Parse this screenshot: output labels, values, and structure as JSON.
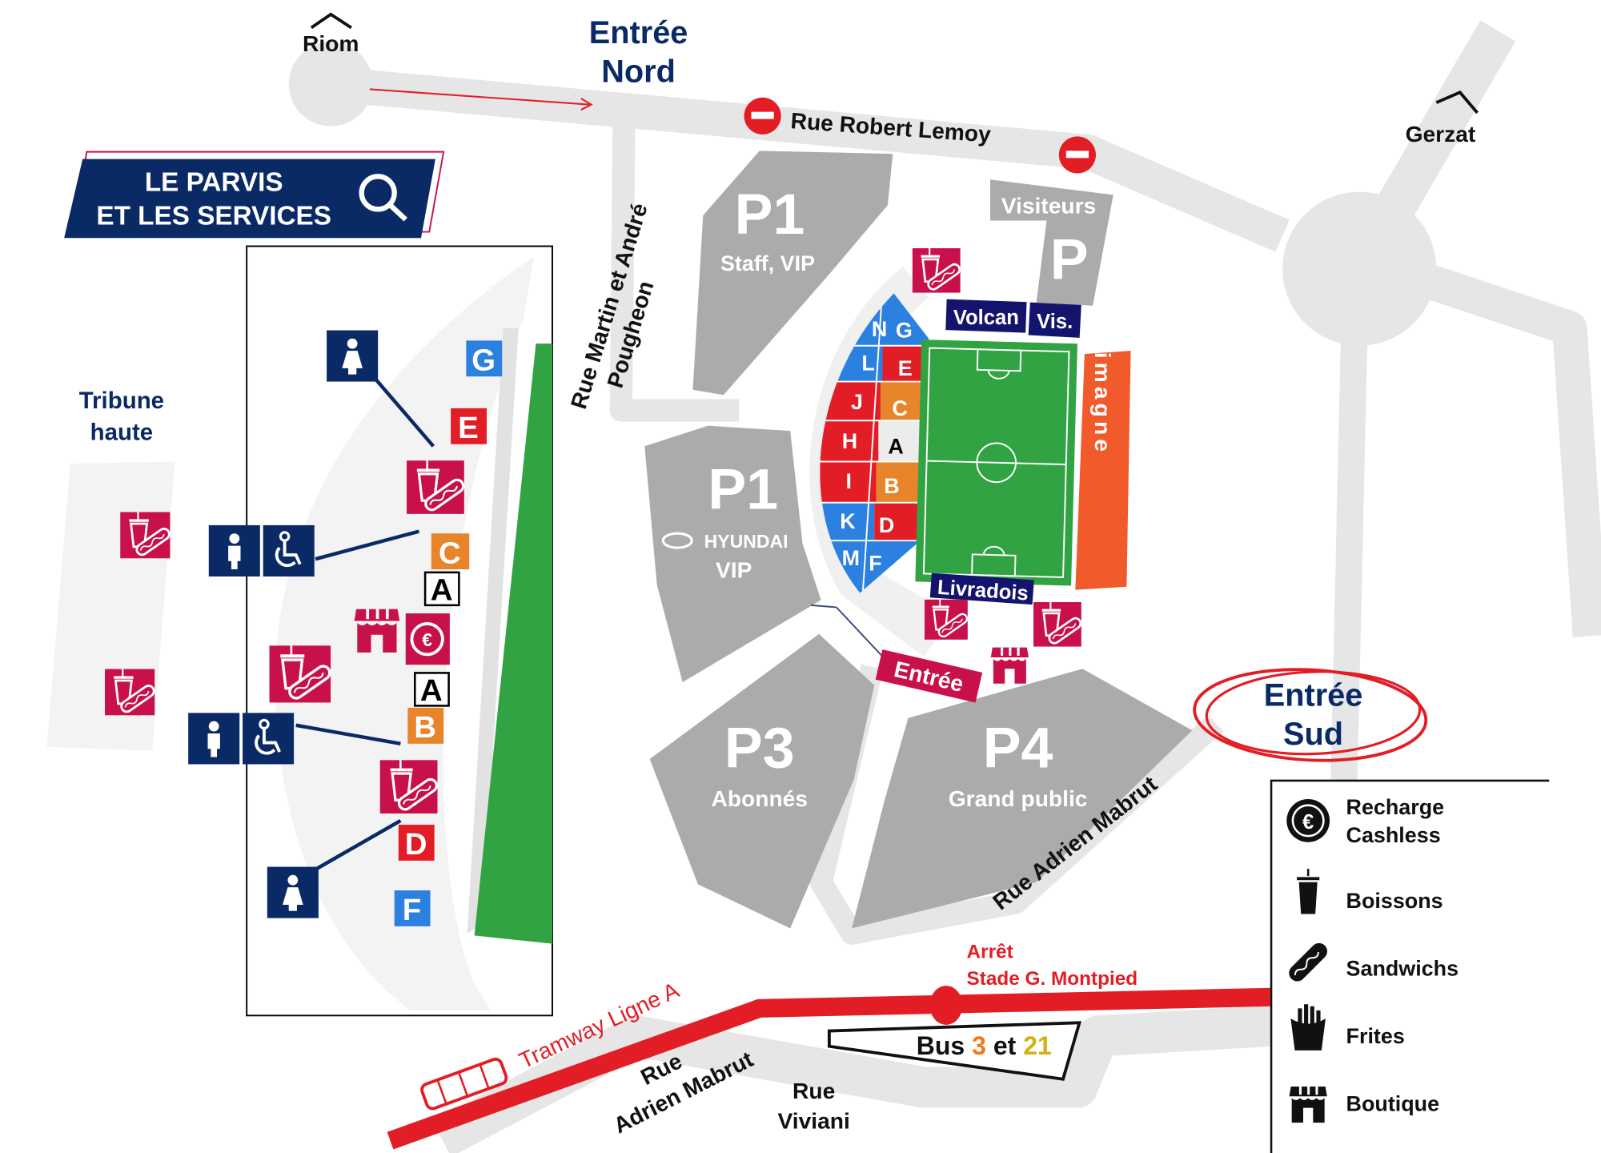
{
  "places": {
    "riom": "Riom",
    "gerzat": "Gerzat",
    "entree_nord": [
      "Entrée",
      "Nord"
    ],
    "entree_sud": [
      "Entrée",
      "Sud"
    ],
    "entree": "Entrée"
  },
  "streets": {
    "robert_lemoy": "Rue Robert Lemoy",
    "martin_pougheon": [
      "Rue Martin et André",
      "Pougheon"
    ],
    "adrien_mabrut_east": "Rue Adrien Mabrut",
    "adrien_mabrut_south": [
      "Rue",
      "Adrien Mabrut"
    ],
    "viviani": [
      "Rue",
      "Viviani"
    ]
  },
  "parkings": {
    "p1_top": {
      "code": "P1",
      "label": "Staff, VIP"
    },
    "p1_vip": {
      "code": "P1",
      "sponsor": "HYUNDAI",
      "label": "VIP"
    },
    "p3": {
      "code": "P3",
      "label": "Abonnés"
    },
    "p4": {
      "code": "P4",
      "label": "Grand public"
    },
    "visiteurs": {
      "code": "P",
      "label": "Visiteurs"
    }
  },
  "stands": {
    "volcan": "Volcan",
    "visitors": "Vis.",
    "limagne": "Limagne",
    "livradois": "Livradois",
    "sections_left": [
      "N",
      "L",
      "J",
      "H",
      "I",
      "K",
      "M"
    ],
    "sections_right": [
      "G",
      "E",
      "C",
      "A",
      "B",
      "D",
      "F"
    ]
  },
  "parvis": {
    "title": [
      "LE PARVIS",
      "ET LES SERVICES"
    ],
    "tribune": [
      "Tribune",
      "haute"
    ],
    "gates": {
      "g": "G",
      "e": "E",
      "c": "C",
      "a1": "A",
      "a2": "A",
      "b": "B",
      "d": "D",
      "f": "F"
    }
  },
  "transport": {
    "tramway": "Tramway Ligne A",
    "stop": [
      "Arrêt",
      "Stade G. Montpied"
    ],
    "bus_prefix": "Bus ",
    "bus_line_1": "3",
    "bus_mid": " et ",
    "bus_line_2": "21"
  },
  "legend": {
    "items": [
      {
        "icon": "euro-coin-icon",
        "label": [
          "Recharge",
          "Cashless"
        ]
      },
      {
        "icon": "drink-icon",
        "label": [
          "Boissons"
        ]
      },
      {
        "icon": "hotdog-icon",
        "label": [
          "Sandwichs"
        ]
      },
      {
        "icon": "fries-icon",
        "label": [
          "Frites"
        ]
      },
      {
        "icon": "shop-icon",
        "label": [
          "Boutique"
        ]
      }
    ]
  },
  "colors": {
    "navy": "#0a2a66",
    "crimson": "#c8104a",
    "red": "#e21d25",
    "orange": "#e8852a",
    "blue": "#2b80e0",
    "pitch": "#31a343",
    "limagne": "#f15a2b",
    "parking": "#ababab",
    "bus3": "#f07a1a",
    "bus21": "#d4b114"
  }
}
